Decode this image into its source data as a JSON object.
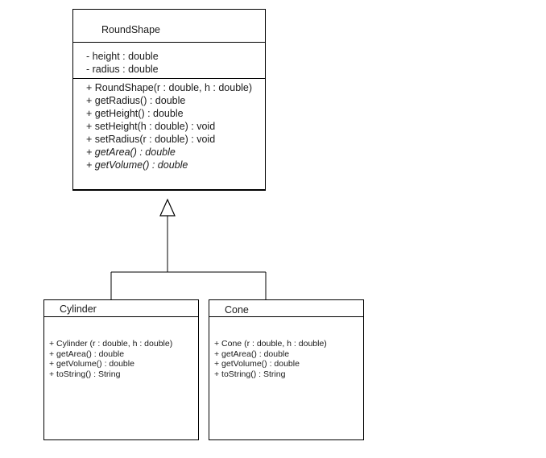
{
  "roundshape": {
    "name": "RoundShape",
    "attributes": [
      "- height : double",
      "- radius : double"
    ],
    "methods": [
      {
        "text": "+ RoundShape(r : double, h : double)",
        "italic": false
      },
      {
        "text": "+ getRadius() : double",
        "italic": false
      },
      {
        "text": "+ getHeight() : double",
        "italic": false
      },
      {
        "text": "+ setHeight(h : double) : void",
        "italic": false
      },
      {
        "text": "+ setRadius(r : double) : void",
        "italic": false
      },
      {
        "text": "+ getArea() : double",
        "italic": true
      },
      {
        "text": "+ getVolume() : double",
        "italic": true
      }
    ]
  },
  "cylinder": {
    "name": "Cylinder",
    "methods": [
      "+ Cylinder (r : double, h : double)",
      "+ getArea() : double",
      "+ getVolume() : double",
      "+ toString() : String"
    ]
  },
  "cone": {
    "name": "Cone",
    "methods": [
      "+ Cone (r : double, h : double)",
      "+ getArea() : double",
      "+ getVolume() : double",
      "+ toString() : String"
    ]
  }
}
